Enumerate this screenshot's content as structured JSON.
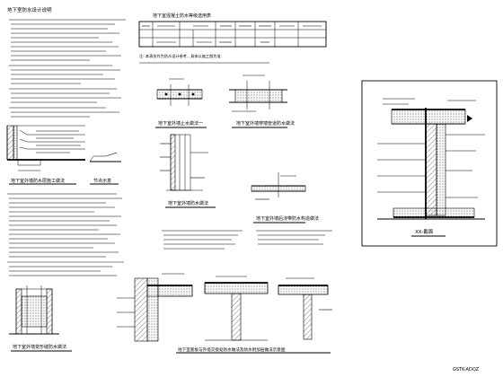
{
  "sheet": {
    "notes_title": "地下室防水设计说明",
    "table_title": "地下室混凝土防水等级选用表",
    "footnote_line": "注: 本表仅作为防水设计参考，具体以施工图为准",
    "stamp": "GSTK-ADQZ"
  },
  "captions": {
    "wall_waterproof": "地下室外墙防水层施工做法",
    "floor_joint": "节点示意",
    "waterstop_1": "地下室外墙止水做法一",
    "waterstop_2": "地下室外墙穿墙管道防水做法",
    "wall_detail": "地下室外墙防水做法",
    "band_detail": "地下室外墙后浇带防水构造做法",
    "bottom_left": "地下室外墙变形缝防水做法",
    "bottom_middle": "地下室底板与外墙交接处防水做法及防水附加层做法示意图",
    "right_panel": "XX-截面"
  }
}
